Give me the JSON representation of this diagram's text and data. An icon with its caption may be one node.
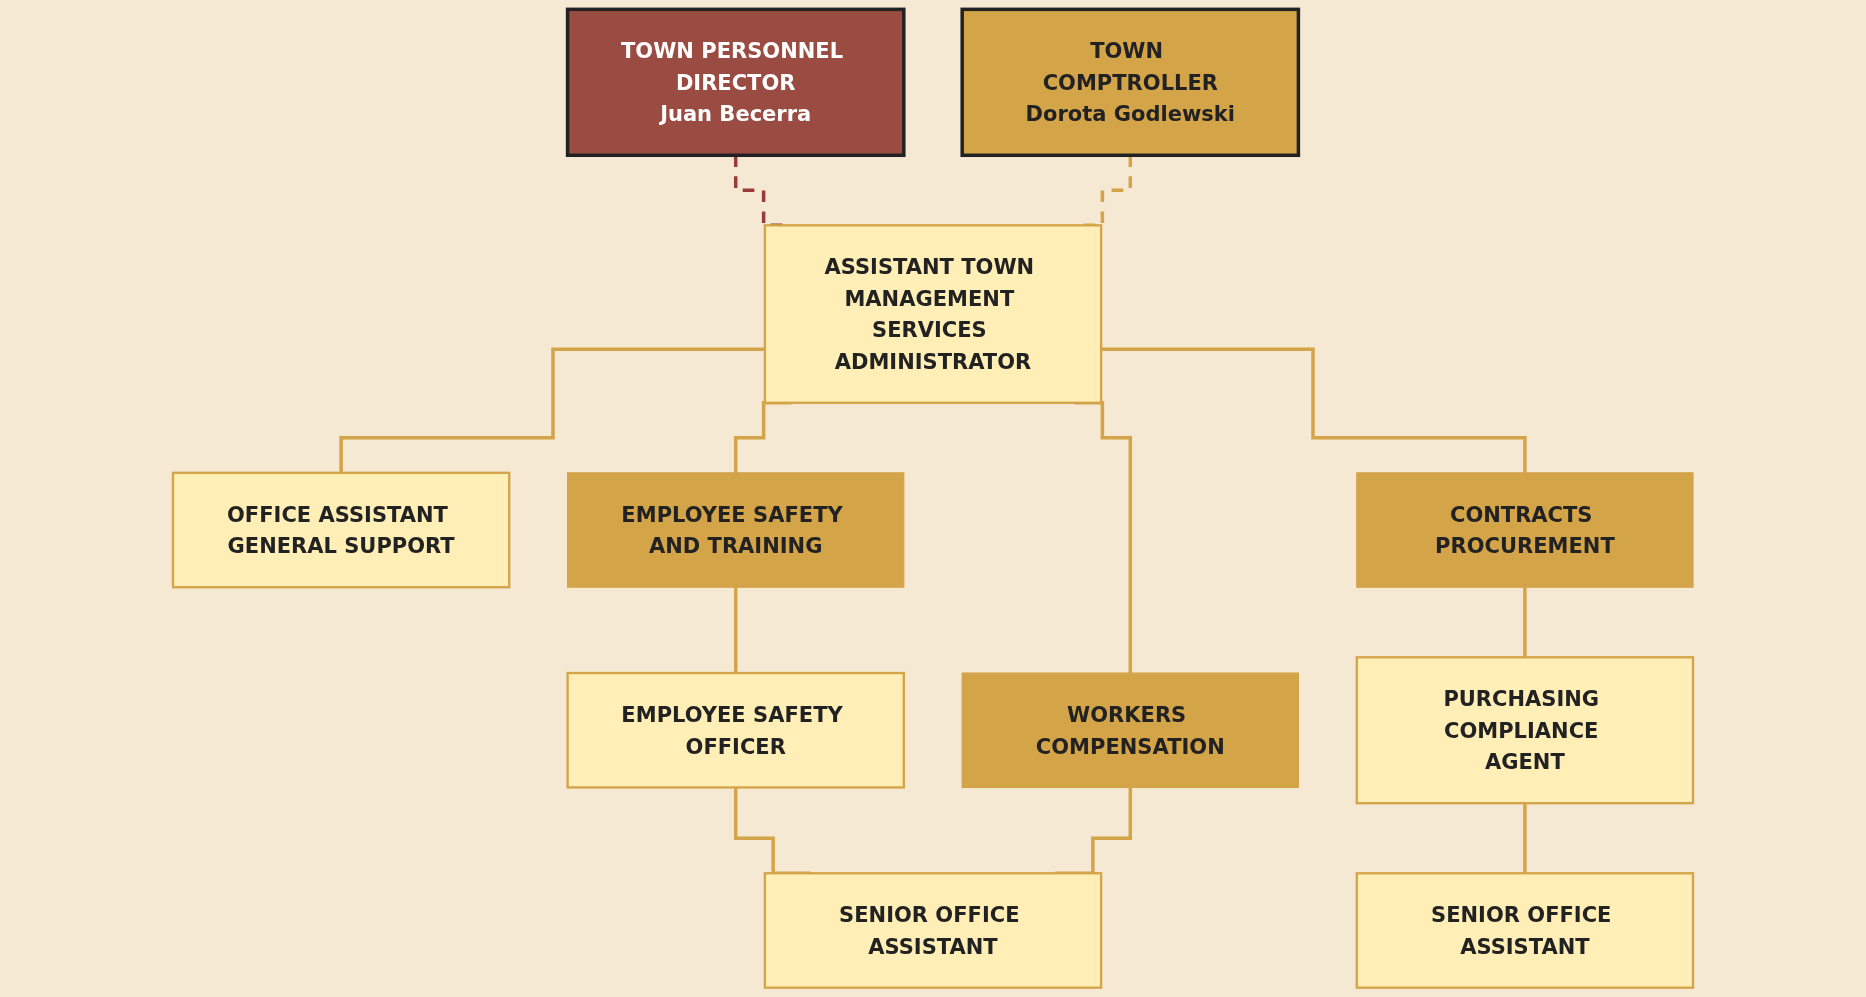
{
  "diagram": {
    "nodes": [
      {
        "text": [
          "TOWN PERSONNEL DIRECTOR",
          "Juan Becerra"
        ]
      },
      {
        "text": [
          "TOWN COMPTROLLER",
          "Dorota Godlewski"
        ]
      },
      {
        "text": [
          "ASSISTANT TOWN MANAGEMENT SERVICES ADMINISTRATOR"
        ]
      },
      {
        "text": [
          "OFFICE ASSISTANT GENERAL SUPPORT"
        ]
      },
      {
        "text": [
          "EMPLOYEE SAFETY AND TRAINING"
        ]
      },
      {
        "text": [
          "WORKERS COMPENSATION"
        ]
      },
      {
        "text": [
          "CONTRACTS PROCUREMENT"
        ]
      },
      {
        "text": [
          "EMPLOYEE SAFETY OFFICER"
        ]
      },
      {
        "text": [
          "SENIOR OFFICE ASSISTANT"
        ]
      },
      {
        "text": [
          "PURCHASING COMPLIANCE AGENT"
        ]
      },
      {
        "text": [
          "SENIOR OFFICE ASSISTANT"
        ]
      }
    ],
    "edges": [
      {
        "from": 0,
        "to": 2,
        "arrow": "none",
        "style": "dashed",
        "color": "#9b3a3a"
      },
      {
        "from": 1,
        "to": 2,
        "arrow": "none",
        "style": "dashed"
      },
      {
        "from": 2,
        "to": 3,
        "arrow": "none"
      },
      {
        "from": 2,
        "to": 4,
        "arrow": "none"
      },
      {
        "from": 2,
        "to": 5,
        "arrow": "none"
      },
      {
        "from": 2,
        "to": 6,
        "arrow": "none"
      },
      {
        "from": 4,
        "to": 7,
        "arrow": "none"
      },
      {
        "from": 7,
        "to": 8,
        "arrow": "none"
      },
      {
        "from": 5,
        "to": 8,
        "arrow": "none"
      },
      {
        "from": 6,
        "to": 9,
        "arrow": "none"
      },
      {
        "from": 9,
        "to": 10,
        "arrow": "none"
      }
    ]
  }
}
